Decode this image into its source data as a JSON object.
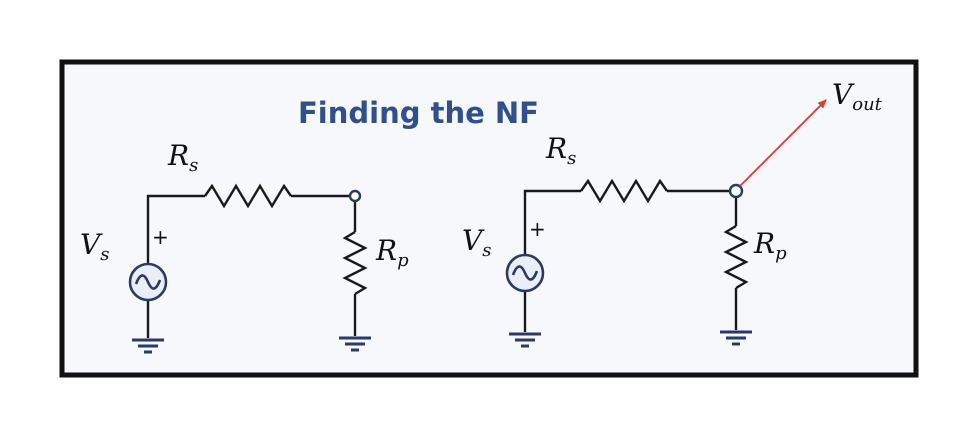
{
  "title": "Finding the NF",
  "output_label": {
    "main": "V",
    "sub": "out"
  },
  "circuits": [
    {
      "source": {
        "main": "V",
        "sub": "s",
        "polarity": "+"
      },
      "series_resistor": {
        "main": "R",
        "sub": "s"
      },
      "shunt_resistor": {
        "main": "R",
        "sub": "p"
      }
    },
    {
      "source": {
        "main": "V",
        "sub": "s",
        "polarity": "+"
      },
      "series_resistor": {
        "main": "R",
        "sub": "s"
      },
      "shunt_resistor": {
        "main": "R",
        "sub": "p"
      }
    }
  ],
  "colors": {
    "title": "#2f4f8f",
    "arrow": "#e03a2f",
    "frame": "#111111",
    "panel": "#f6f8fc"
  }
}
